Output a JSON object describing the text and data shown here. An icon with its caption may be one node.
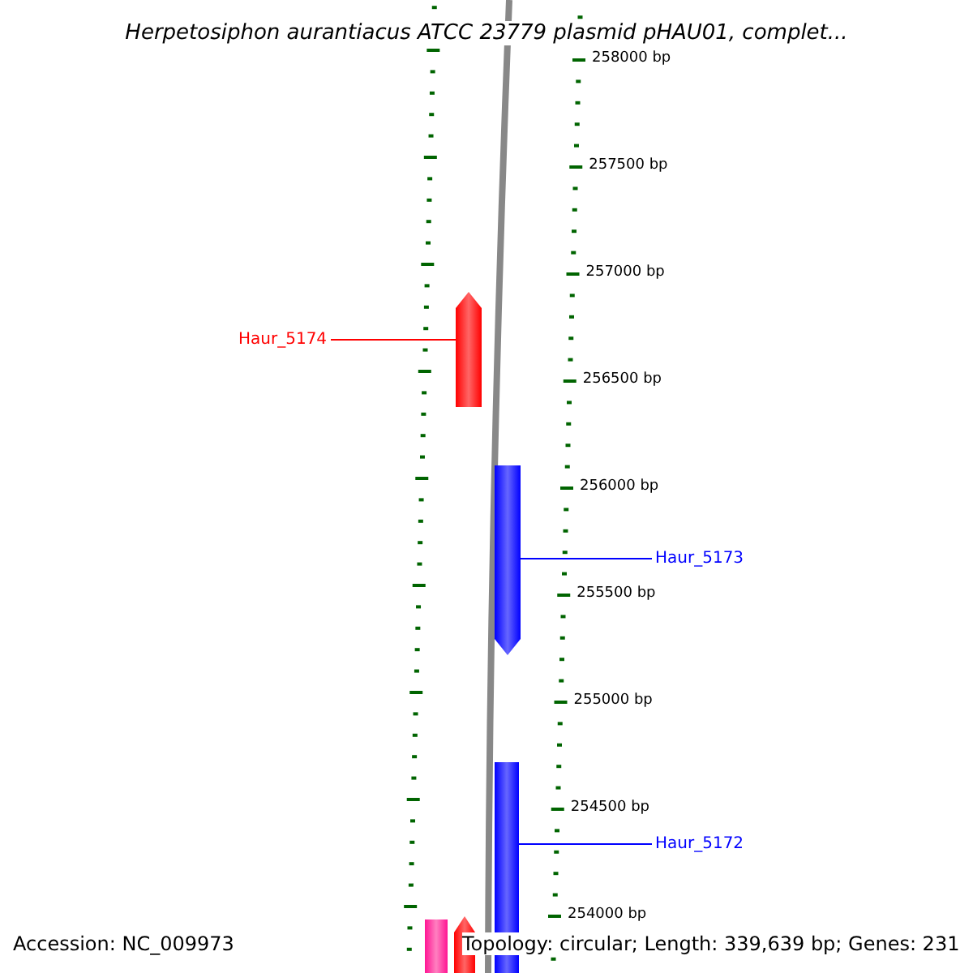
{
  "diagram": {
    "title": "Herpetosiphon aurantiacus ATCC 23779 plasmid pHAU01, complet...",
    "nodes": [
      {
        "text": [
          "Haur_5174"
        ]
      },
      {
        "text": [],
        "shape": "arrow"
      },
      {
        "text": [
          "Haur_5173"
        ]
      },
      {
        "text": [],
        "shape": "arrow"
      },
      {
        "text": [
          "Haur_5172"
        ]
      },
      {
        "text": [],
        "shape": "bar"
      },
      {
        "text": [],
        "shape": "bar"
      },
      {
        "text": [],
        "shape": "arrow"
      }
    ],
    "edges": [
      {
        "from": 0,
        "to": 1,
        "arrow": "none",
        "color": "#ff0000"
      },
      {
        "from": 2,
        "to": 3,
        "arrow": "none"
      },
      {
        "from": 4,
        "to": 5,
        "arrow": "none"
      }
    ],
    "labels": [
      "258000 bp",
      "257500 bp",
      "257000 bp",
      "256500 bp",
      "256000 bp",
      "255500 bp",
      "255000 bp",
      "254500 bp",
      "254000 bp",
      "Accession: NC_009973",
      "Topology: circular; Length: 339,639 bp; Genes: 231"
    ]
  }
}
